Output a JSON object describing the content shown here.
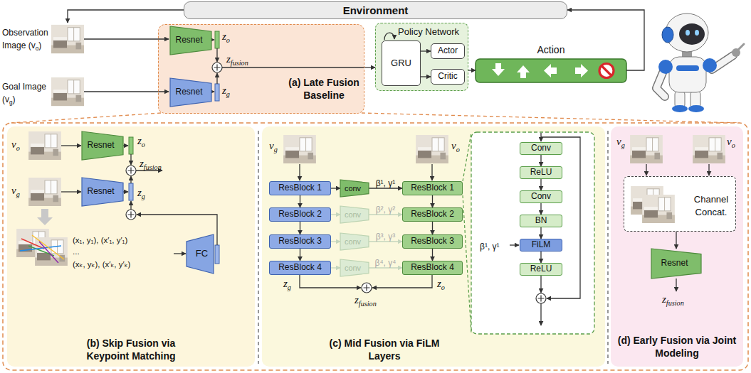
{
  "diagram": {
    "nodes": [
      {
        "text": [
          "Environment"
        ]
      },
      {
        "text": [
          "(a) Late Fusion Baseline"
        ]
      },
      {
        "text": [
          "Resnet"
        ],
        "in": 1
      },
      {
        "text": [
          "Resnet"
        ],
        "in": 1
      },
      {
        "text": [
          "Policy Network"
        ]
      },
      {
        "text": [
          "GRU"
        ],
        "in": 4
      },
      {
        "text": [
          "Actor"
        ],
        "in": 4
      },
      {
        "text": [
          "Critic"
        ],
        "in": 4
      },
      {
        "text": [
          "Action"
        ]
      },
      {
        "text": [
          "(b) Skip Fusion via Keypoint Matching"
        ]
      },
      {
        "text": [
          "Resnet"
        ],
        "in": 9
      },
      {
        "text": [
          "Resnet"
        ],
        "in": 9
      },
      {
        "text": [
          "FC"
        ],
        "in": 9
      },
      {
        "text": [
          "(c) Mid Fusion via FiLM Layers"
        ]
      },
      {
        "text": [
          "ResBlock 1"
        ],
        "in": 13
      },
      {
        "text": [
          "ResBlock 2"
        ],
        "in": 13
      },
      {
        "text": [
          "ResBlock 3"
        ],
        "in": 13
      },
      {
        "text": [
          "ResBlock 4"
        ],
        "in": 13
      },
      {
        "text": [
          "conv"
        ],
        "in": 13
      },
      {
        "text": [
          "conv"
        ],
        "in": 13
      },
      {
        "text": [
          "conv"
        ],
        "in": 13
      },
      {
        "text": [
          "conv"
        ],
        "in": 13
      },
      {
        "text": [
          "ResBlock 1"
        ],
        "in": 13
      },
      {
        "text": [
          "ResBlock 2"
        ],
        "in": 13
      },
      {
        "text": [
          "ResBlock 3"
        ],
        "in": 13
      },
      {
        "text": [
          "ResBlock 4"
        ],
        "in": 13
      },
      {
        "text": [
          "Conv"
        ],
        "in": 13
      },
      {
        "text": [
          "ReLU"
        ],
        "in": 13
      },
      {
        "text": [
          "Conv"
        ],
        "in": 13
      },
      {
        "text": [
          "BN"
        ],
        "in": 13
      },
      {
        "text": [
          "FiLM"
        ],
        "in": 13
      },
      {
        "text": [
          "ReLU"
        ],
        "in": 13
      },
      {
        "text": [
          "(d) Early Fusion via Joint Modeling"
        ]
      },
      {
        "text": [
          "Channel Concat."
        ],
        "in": 32
      },
      {
        "text": [
          "Resnet"
        ],
        "in": 32
      }
    ],
    "edges": [
      {
        "from": 1,
        "to": 4,
        "arrow": "to"
      },
      {
        "from": 5,
        "to": 6,
        "arrow": "to"
      },
      {
        "from": 5,
        "to": 7,
        "arrow": "to"
      },
      {
        "from": 4,
        "to": 8,
        "arrow": "to"
      },
      {
        "from": 8,
        "to": 0,
        "arrow": "to"
      },
      {
        "from": 14,
        "to": 15,
        "arrow": "to"
      },
      {
        "from": 15,
        "to": 16,
        "arrow": "to"
      },
      {
        "from": 16,
        "to": 17,
        "arrow": "to"
      },
      {
        "from": 22,
        "to": 23,
        "arrow": "to"
      },
      {
        "from": 23,
        "to": 24,
        "arrow": "to"
      },
      {
        "from": 24,
        "to": 25,
        "arrow": "to"
      },
      {
        "from": 14,
        "to": 18,
        "arrow": "to"
      },
      {
        "from": 18,
        "to": 22,
        "arrow": "to",
        "label": "β¹, γ¹"
      },
      {
        "from": 15,
        "to": 19,
        "arrow": "to"
      },
      {
        "from": 19,
        "to": 23,
        "arrow": "to",
        "label": "β², γ²"
      },
      {
        "from": 16,
        "to": 20,
        "arrow": "to"
      },
      {
        "from": 20,
        "to": 24,
        "arrow": "to",
        "label": "β³, γ³"
      },
      {
        "from": 17,
        "to": 21,
        "arrow": "to"
      },
      {
        "from": 21,
        "to": 25,
        "arrow": "to",
        "label": "β⁴, γ⁴"
      },
      {
        "from": 26,
        "to": 27,
        "arrow": "to"
      },
      {
        "from": 27,
        "to": 28,
        "arrow": "to"
      },
      {
        "from": 28,
        "to": 29,
        "arrow": "to"
      },
      {
        "from": 29,
        "to": 30,
        "arrow": "to"
      },
      {
        "from": 30,
        "to": 31,
        "arrow": "to"
      },
      {
        "from": 33,
        "to": 34,
        "arrow": "to"
      }
    ],
    "labels": [
      "Observation Image (vo)",
      "Goal Image (vg)",
      "zo",
      "zg",
      "zfusion",
      "vo",
      "vg",
      "zo",
      "zfusion",
      "zg",
      "(x₁, y₁), (x′₁, y′₁)",
      "...",
      "(xₖ, yₖ), (x′ₖ, y′ₖ)",
      "vg",
      "vo",
      "zg",
      "zfusion",
      "zo",
      "β¹, γ¹",
      "vg",
      "vo",
      "zfusion"
    ]
  }
}
